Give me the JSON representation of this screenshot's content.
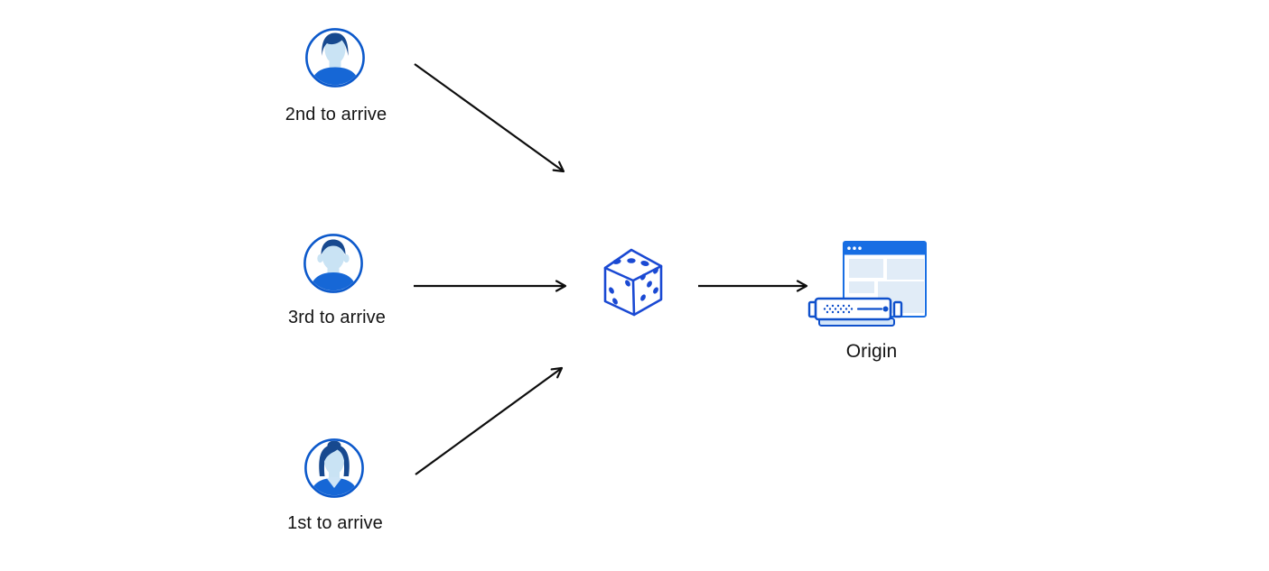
{
  "diagram": {
    "description": "Three visitors arriving in different order are routed through a randomizer (dice) to an origin server",
    "users": [
      {
        "label": "2nd to arrive",
        "avatar": "man-quiff-avatar-icon"
      },
      {
        "label": "3rd to arrive",
        "avatar": "man-crop-avatar-icon"
      },
      {
        "label": "1st to arrive",
        "avatar": "woman-bun-avatar-icon"
      }
    ],
    "randomizer": {
      "icon": "dice-icon",
      "top_face_pips": 3,
      "left_face_pips": 3,
      "right_face_pips": 5
    },
    "origin": {
      "label": "Origin",
      "icons": [
        "browser-window-icon",
        "server-icon"
      ]
    },
    "arrows": [
      {
        "from": "user-2nd-to-arrive",
        "to": "dice",
        "direction": "down-right"
      },
      {
        "from": "user-3rd-to-arrive",
        "to": "dice",
        "direction": "right"
      },
      {
        "from": "user-1st-to-arrive",
        "to": "dice",
        "direction": "up-right"
      },
      {
        "from": "dice",
        "to": "origin",
        "direction": "right"
      }
    ],
    "colors": {
      "background": "#ffffff",
      "arrow": "#0d0d0d",
      "label_text": "#141414",
      "avatar_ring": "#0c59cb",
      "avatar_hair": "#17498f",
      "avatar_skin": "#c9e3f4",
      "avatar_shirt": "#1667d6",
      "dice_blue": "#1a49d3",
      "window_blue": "#186ee3",
      "window_block": "#e1ecf7",
      "server_blue": "#0f50cc",
      "server_base": "#d4e6f9"
    }
  }
}
